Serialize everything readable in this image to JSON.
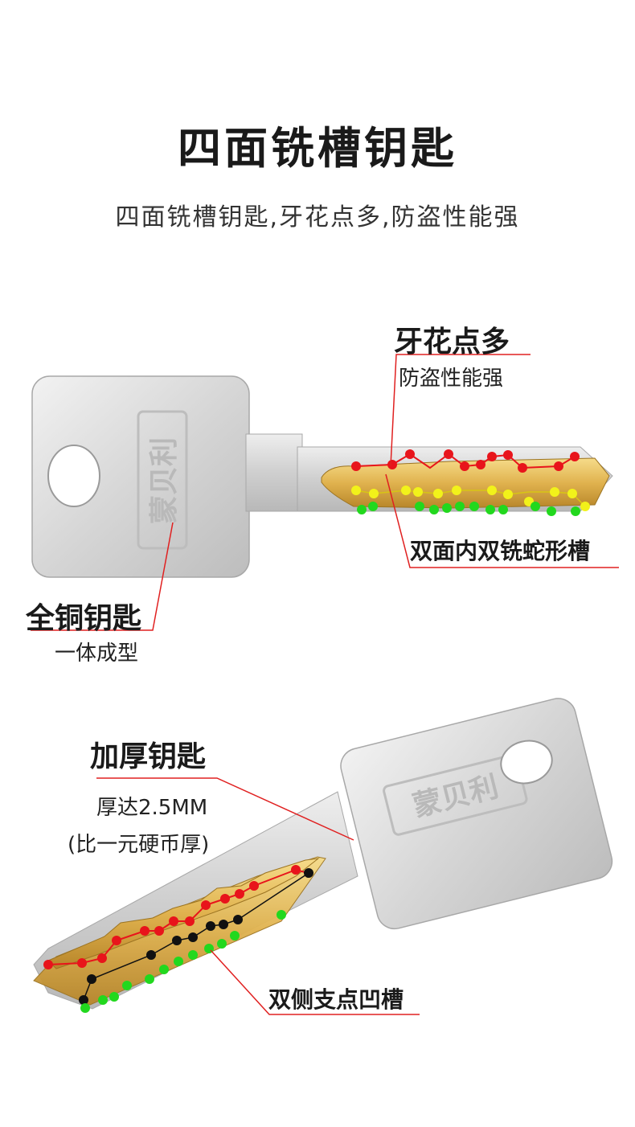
{
  "header": {
    "title": "四面铣槽钥匙",
    "subtitle": "四面铣槽钥匙,牙花点多,防盗性能强"
  },
  "key_top": {
    "brand_stamp": "蒙贝利",
    "callout_teeth": {
      "title": "牙花点多",
      "sub": "防盗性能强"
    },
    "callout_groove": {
      "title": "双面内双铣蛇形槽"
    },
    "callout_copper": {
      "title": "全铜钥匙",
      "sub": "一体成型"
    }
  },
  "key_bottom": {
    "brand_stamp": "蒙贝利",
    "callout_thick": {
      "title": "加厚钥匙",
      "sub1": "厚达2.5MM",
      "sub2": "(比一元硬币厚)"
    },
    "callout_support": {
      "title": "双侧支点凹槽"
    }
  },
  "colors": {
    "red_dot": "#e8141b",
    "yellow_dot": "#f2f21a",
    "green_dot": "#22d81e",
    "black_dot": "#111111",
    "leader_line": "#e02020",
    "brass": "#e6bf5a"
  }
}
